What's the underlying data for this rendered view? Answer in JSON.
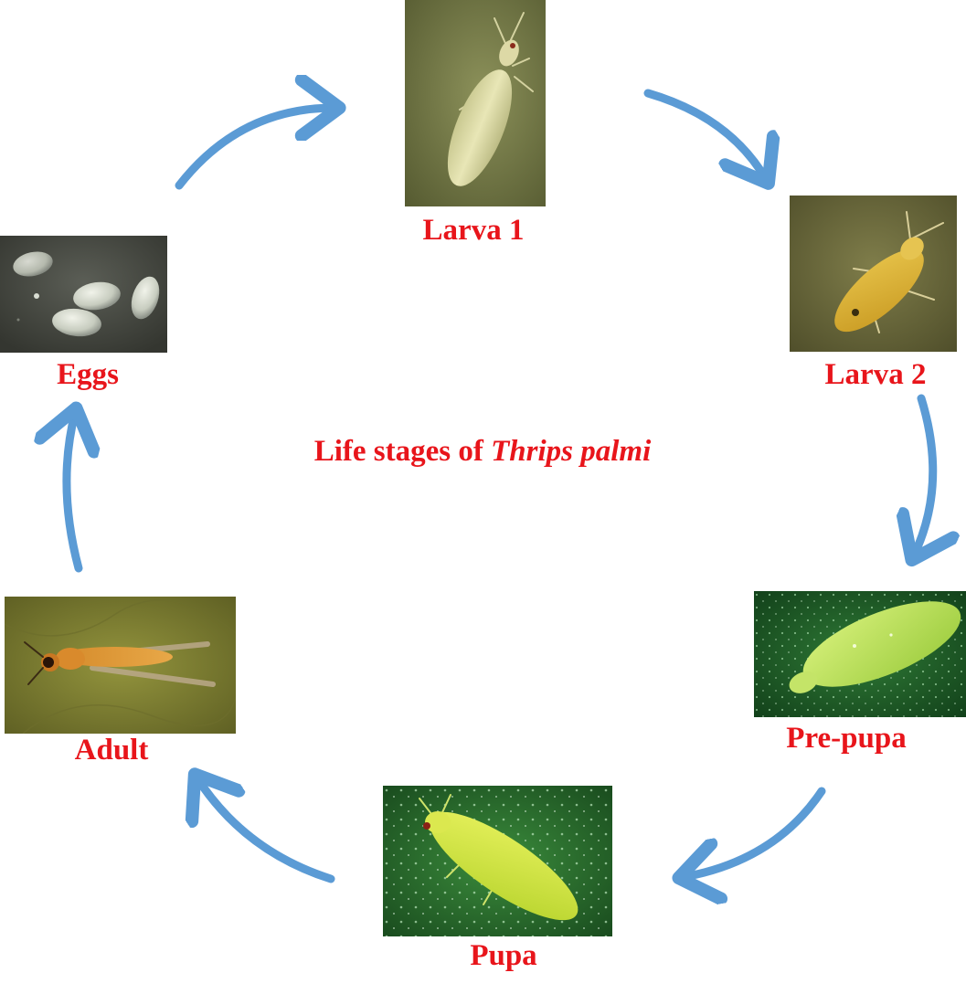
{
  "title": {
    "prefix": "Life stages of ",
    "species": "Thrips palmi"
  },
  "stages": [
    {
      "id": "eggs",
      "label": "Eggs",
      "icon": "eggs-photo-icon"
    },
    {
      "id": "larva1",
      "label": "Larva 1",
      "icon": "larva-1-photo-icon"
    },
    {
      "id": "larva2",
      "label": "Larva 2",
      "icon": "larva-2-photo-icon"
    },
    {
      "id": "prepupa",
      "label": "Pre-pupa",
      "icon": "pre-pupa-photo-icon"
    },
    {
      "id": "pupa",
      "label": "Pupa",
      "icon": "pupa-photo-icon"
    },
    {
      "id": "adult",
      "label": "Adult",
      "icon": "adult-photo-icon"
    }
  ],
  "colors": {
    "label": "#e8151b",
    "arrow": "#5b9bd5"
  }
}
